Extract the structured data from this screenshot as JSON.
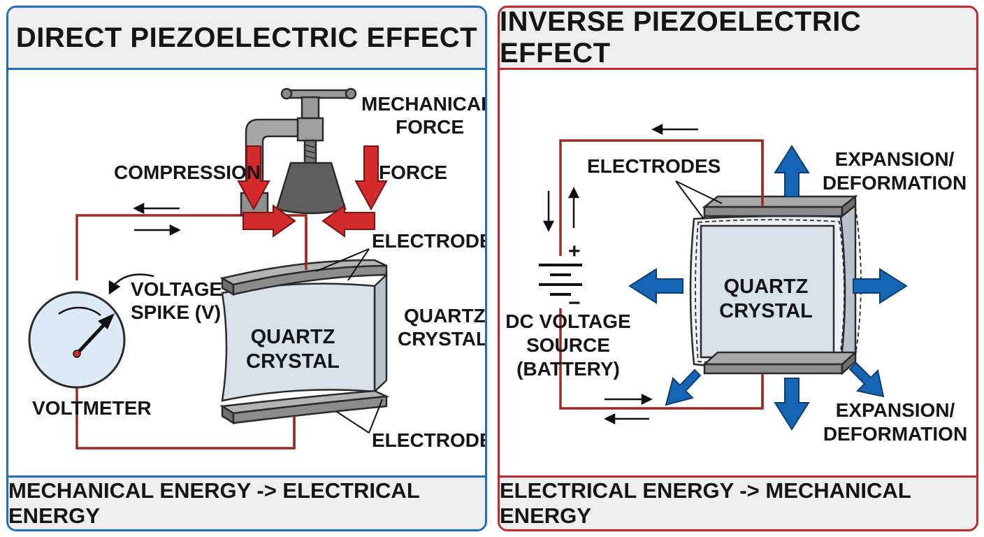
{
  "direct": {
    "title": "DIRECT PIEZOELECTRIC EFFECT",
    "mechanical_force_line1": "MECHANICAL",
    "mechanical_force_line2": "FORCE",
    "compression": "COMPRESSION",
    "force": "FORCE",
    "electrodes_top": "ELECTRODES",
    "electrodes_bottom": "ELECTRODES",
    "voltage_spike_line1": "VOLTAGE",
    "voltage_spike_line2": "SPIKE (V)",
    "quartz_side_line1": "QUARTZ",
    "quartz_side_line2": "CRYSTAL",
    "crystal_line1": "QUARTZ",
    "crystal_line2": "CRYSTAL",
    "voltmeter": "VOLTMETER",
    "footer": "MECHANICAL ENERGY -> ELECTRICAL ENERGY"
  },
  "inverse": {
    "title": "INVERSE PIEZOELECTRIC EFFECT",
    "electrodes": "ELECTRODES",
    "expansion_top_line1": "EXPANSION/",
    "expansion_top_line2": "DEFORMATION",
    "expansion_bottom_line1": "EXPANSION/",
    "expansion_bottom_line2": "DEFORMATION",
    "crystal_line1": "QUARTZ",
    "crystal_line2": "CRYSTAL",
    "source_line1": "DC VOLTAGE",
    "source_line2": "SOURCE",
    "source_line3": "(BATTERY)",
    "plus": "+",
    "minus": "−",
    "footer": "ELECTRICAL ENERGY -> MECHANICAL ENERGY"
  },
  "colors": {
    "direct_border": "#1f6fb5",
    "inverse_border": "#c2262b",
    "wire": "#9b2a22",
    "force_arrow": "#d32b2b",
    "deform_arrow": "#1565b5",
    "crystal": "#d8e1e8",
    "electrode": "#8c8c8c"
  }
}
